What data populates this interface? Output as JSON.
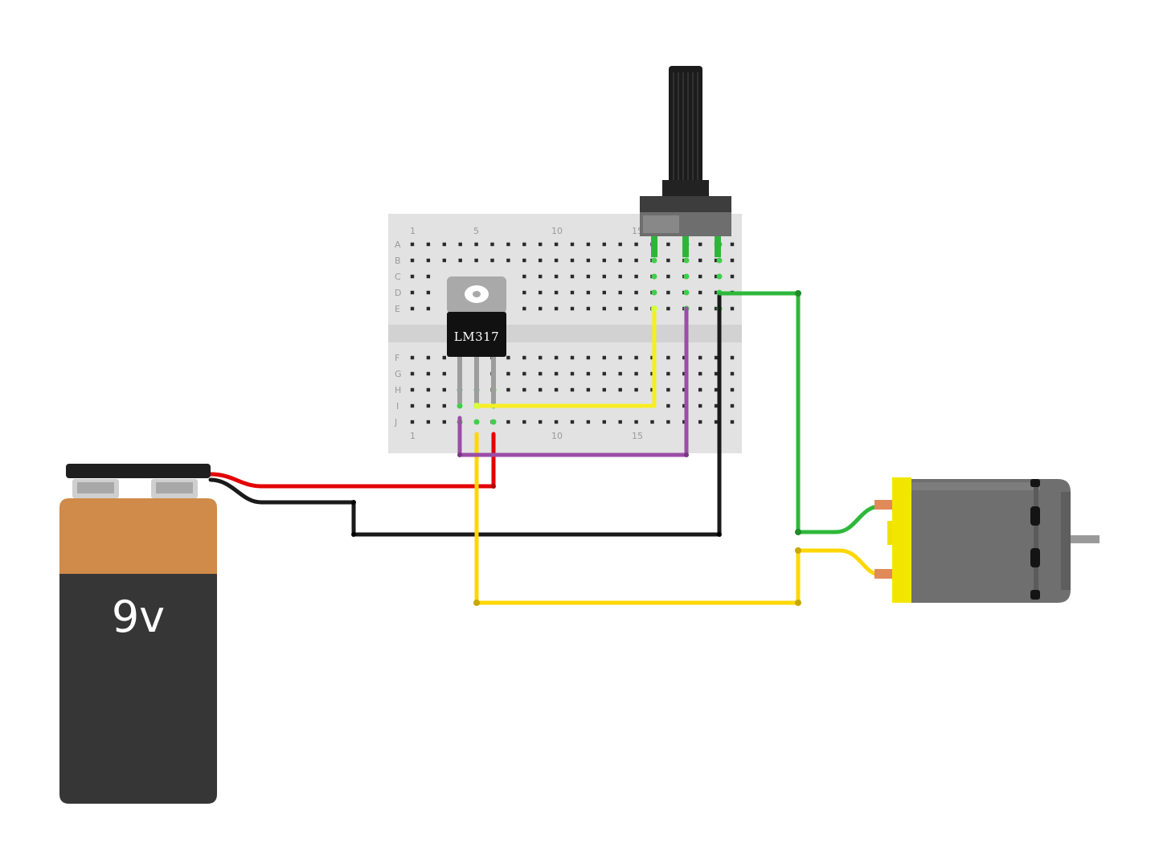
{
  "breadboard": {
    "rows_top": [
      "A",
      "B",
      "C",
      "D",
      "E"
    ],
    "rows_bottom": [
      "F",
      "G",
      "H",
      "I",
      "J"
    ],
    "column_numbers_top": [
      "1",
      "5",
      "10",
      "15"
    ],
    "column_numbers_bottom": [
      "1",
      "10",
      "15"
    ],
    "color": "#e3e3e3"
  },
  "regulator": {
    "label": "LM317"
  },
  "battery": {
    "label": "9v"
  },
  "wire_colors": {
    "red": "#e30000",
    "black": "#1a1a1a",
    "yellow": "#ffd700",
    "purple": "#9b4ea6",
    "green": "#2eb83a",
    "motor_body": "#707070",
    "motor_cap": "#f2e600"
  }
}
